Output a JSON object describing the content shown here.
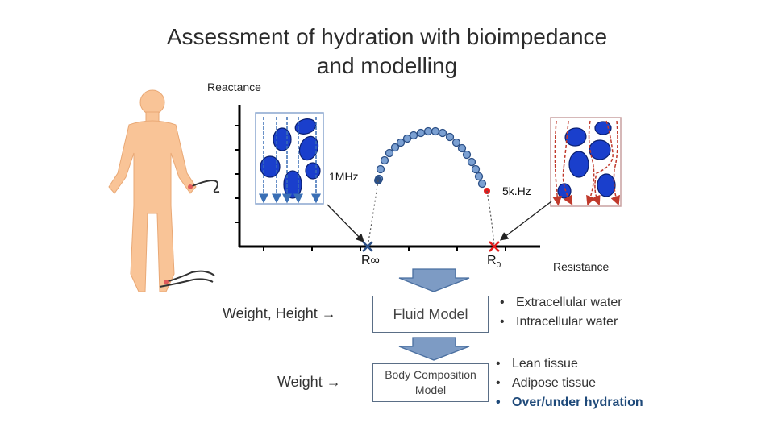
{
  "title_line1": "Assessment of hydration with bioimpedance",
  "title_line2": "and modelling",
  "axis": {
    "y_label": "Reactance",
    "x_label": "Resistance"
  },
  "freq": {
    "high": "1MHz",
    "low": "5k.Hz"
  },
  "points": {
    "r_inf": "R∞",
    "r_zero": "R",
    "r_zero_sub": "0"
  },
  "inputs": {
    "weight_height": "Weight, Height →",
    "weight": "Weight →"
  },
  "models": {
    "fluid": "Fluid Model",
    "body_line1": "Body Composition",
    "body_line2": "Model"
  },
  "fluid_outputs": [
    "Extracellular water",
    "Intracellular water"
  ],
  "body_outputs": [
    "Lean tissue",
    "Adipose tissue",
    "Over/under hydration"
  ],
  "colors": {
    "skin": "#F9C497",
    "cell": "#1a3fcc",
    "arrow": "#5f83b3",
    "marker_red": "#e31c1c"
  },
  "icons": {
    "person": "human-figure-icon",
    "electrode": "electrode-icon"
  }
}
